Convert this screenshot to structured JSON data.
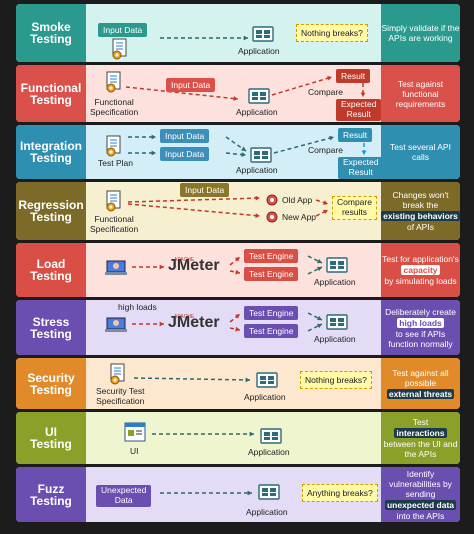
{
  "rows": [
    {
      "key": "smoke",
      "label": "Smoke\nTesting",
      "desc_pre": "Simply validate if the APIs are working",
      "desc_hl": "",
      "desc_post": "",
      "texts": {
        "input": "Input Data",
        "app": "Application",
        "note": "Nothing breaks?"
      }
    },
    {
      "key": "functional",
      "label": "Functional\nTesting",
      "desc_pre": "Test against functional requirements",
      "desc_hl": "",
      "desc_post": "",
      "texts": {
        "spec": "Functional\nSpecification",
        "input": "Input Data",
        "app": "Application",
        "compare": "Compare",
        "result": "Result",
        "expected": "Expected\nResult"
      }
    },
    {
      "key": "integration",
      "label": "Integration\nTesting",
      "desc_pre": "Test several API calls",
      "desc_hl": "",
      "desc_post": "",
      "texts": {
        "plan": "Test Plan",
        "input1": "Input Data",
        "input2": "Input Data",
        "app": "Application",
        "compare": "Compare",
        "result": "Result",
        "expected": "Expected\nResult"
      }
    },
    {
      "key": "regression",
      "label": "Regression\nTesting",
      "desc_pre": "Changes won't break the",
      "desc_hl": "existing behaviors",
      "desc_post": "of APIs",
      "texts": {
        "spec": "Functional\nSpecification",
        "input": "Input Data",
        "old": "Old App",
        "new": "New App",
        "compare": "Compare\nresults"
      }
    },
    {
      "key": "load",
      "label": "Load\nTesting",
      "desc_pre": "Test for application's",
      "desc_hl": "capacity",
      "desc_post": "by simulating loads",
      "texts": {
        "brand": "APACHE",
        "jmeter": "JMeter",
        "engine1": "Test Engine",
        "engine2": "Test Engine",
        "app": "Application"
      }
    },
    {
      "key": "stress",
      "label": "Stress\nTesting",
      "desc_pre": "Deliberately create",
      "desc_hl": "high loads",
      "desc_post": "to see if APIs function normally",
      "texts": {
        "high": "high loads",
        "brand": "APACHE",
        "jmeter": "JMeter",
        "engine1": "Test Engine",
        "engine2": "Test Engine",
        "app": "Application"
      }
    },
    {
      "key": "security",
      "label": "Security\nTesting",
      "desc_pre": "Test against all possible",
      "desc_hl": "external threats",
      "desc_post": "",
      "texts": {
        "spec": "Security Test\nSpecification",
        "app": "Application",
        "note": "Nothing breaks?"
      }
    },
    {
      "key": "ui",
      "label": "UI\nTesting",
      "desc_pre": "Test",
      "desc_hl": "interactions",
      "desc_post": "between the UI and the APIs",
      "texts": {
        "ui": "UI",
        "app": "Application"
      }
    },
    {
      "key": "fuzz",
      "label": "Fuzz\nTesting",
      "desc_pre": "Identify vulnerabilities by sending",
      "desc_hl": "unexpected data",
      "desc_post": "into the APIs",
      "texts": {
        "input": "Unexpected\nData",
        "app": "Application",
        "note": "Anything breaks?"
      }
    }
  ],
  "colors": {
    "smoke": [
      "#2a9a8f",
      "#d4f3ee"
    ],
    "functional": [
      "#d9514a",
      "#fde1dd"
    ],
    "integration": [
      "#2f8fb0",
      "#d4eef8"
    ],
    "regression": [
      "#7b6a28",
      "#f6efd0"
    ],
    "load": [
      "#d94e45",
      "#fde1dd"
    ],
    "stress": [
      "#6a4eb0",
      "#e4dcf6"
    ],
    "security": [
      "#e08a2a",
      "#fde8cf"
    ],
    "ui": [
      "#8aa028",
      "#eef5cf"
    ],
    "fuzz": [
      "#6a4eb0",
      "#e4dcf6"
    ]
  }
}
